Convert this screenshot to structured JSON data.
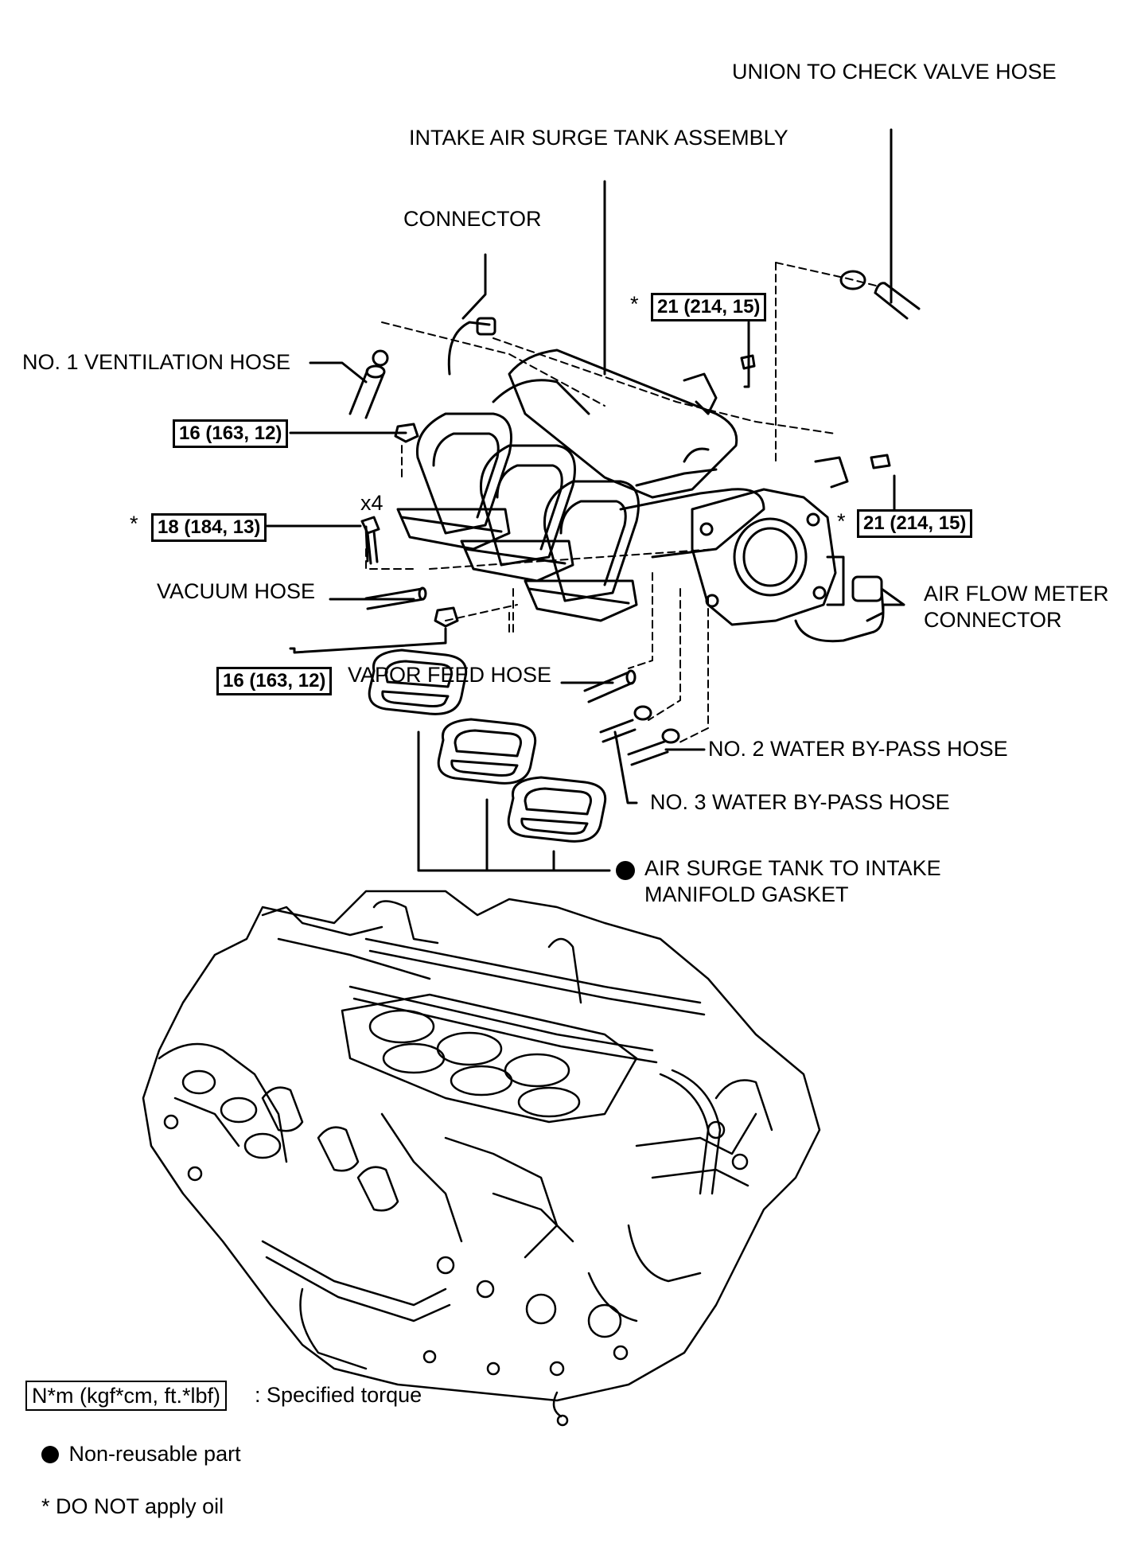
{
  "labels": {
    "union_hose": "UNION TO CHECK VALVE HOSE",
    "surge_tank": "INTAKE AIR SURGE TANK ASSEMBLY",
    "connector": "CONNECTOR",
    "vent_hose": "NO. 1 VENTILATION HOSE",
    "vacuum_hose": "VACUUM HOSE",
    "vapor_hose": "VAPOR FEED HOSE",
    "air_flow_line1": "AIR FLOW METER",
    "air_flow_line2": "CONNECTOR",
    "water2": "NO. 2 WATER BY-PASS HOSE",
    "water3": "NO. 3 WATER BY-PASS HOSE",
    "gasket_line1": "AIR SURGE TANK TO INTAKE",
    "gasket_line2": "MANIFOLD GASKET",
    "qty_x4": "x4"
  },
  "torques": {
    "t_top": "21 (214, 15)",
    "t_right": "21 (214, 15)",
    "t_upper_left": "16 (163, 12)",
    "t_bolt": "18 (184, 13)",
    "t_lower_left": "16 (163, 12)"
  },
  "marks": {
    "star": "*"
  },
  "legend": {
    "torque_unit": "N*m (kgf*cm, ft.*lbf)",
    "torque_desc": ": Specified torque",
    "non_reusable": "Non-reusable part",
    "no_oil": "* DO NOT apply oil"
  }
}
